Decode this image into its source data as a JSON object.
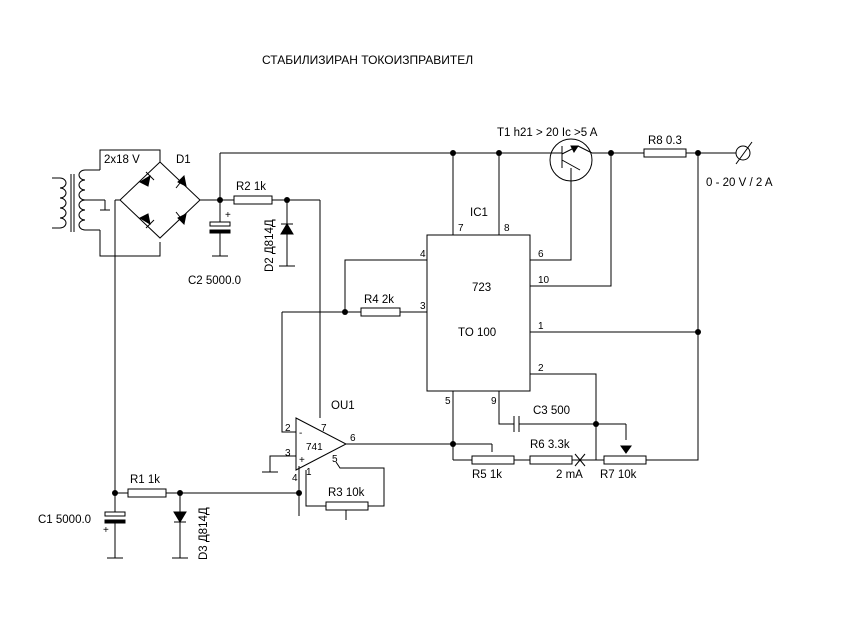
{
  "title": "СТАБИЛИЗИРАН  ТОКОИЗПРАВИТЕЛ",
  "components": {
    "transformer": "2x18 V",
    "bridge": "D1",
    "r1": "R1 1k",
    "r2": "R2 1k",
    "r3": "R3 10k",
    "r4": "R4 2k",
    "r5": "R5 1k",
    "r6": "R6 3.3k",
    "r7": "R7 10k",
    "r8": "R8 0.3",
    "c1": "C1 5000.0",
    "c2": "C2 5000.0",
    "c3": "C3 500",
    "d2": "D2 Д814Д",
    "d3": "D3 Д814Д",
    "t1": "T1 h21 > 20  Ic >5 A",
    "ic1": "IC1",
    "ic_type": "723",
    "ic_package": "TO 100",
    "opamp": "OU1",
    "opamp_type": "741",
    "output": "0 - 20 V / 2 A",
    "current_label": "2 mA"
  },
  "pins": {
    "ic": [
      "7",
      "8",
      "4",
      "6",
      "3",
      "10",
      "1",
      "2",
      "5",
      "9"
    ],
    "opamp": [
      "2",
      "3",
      "7",
      "6",
      "4",
      "1",
      "5"
    ],
    "opamp_inv": "-",
    "opamp_noninv": "+",
    "cap_plus": "+"
  }
}
